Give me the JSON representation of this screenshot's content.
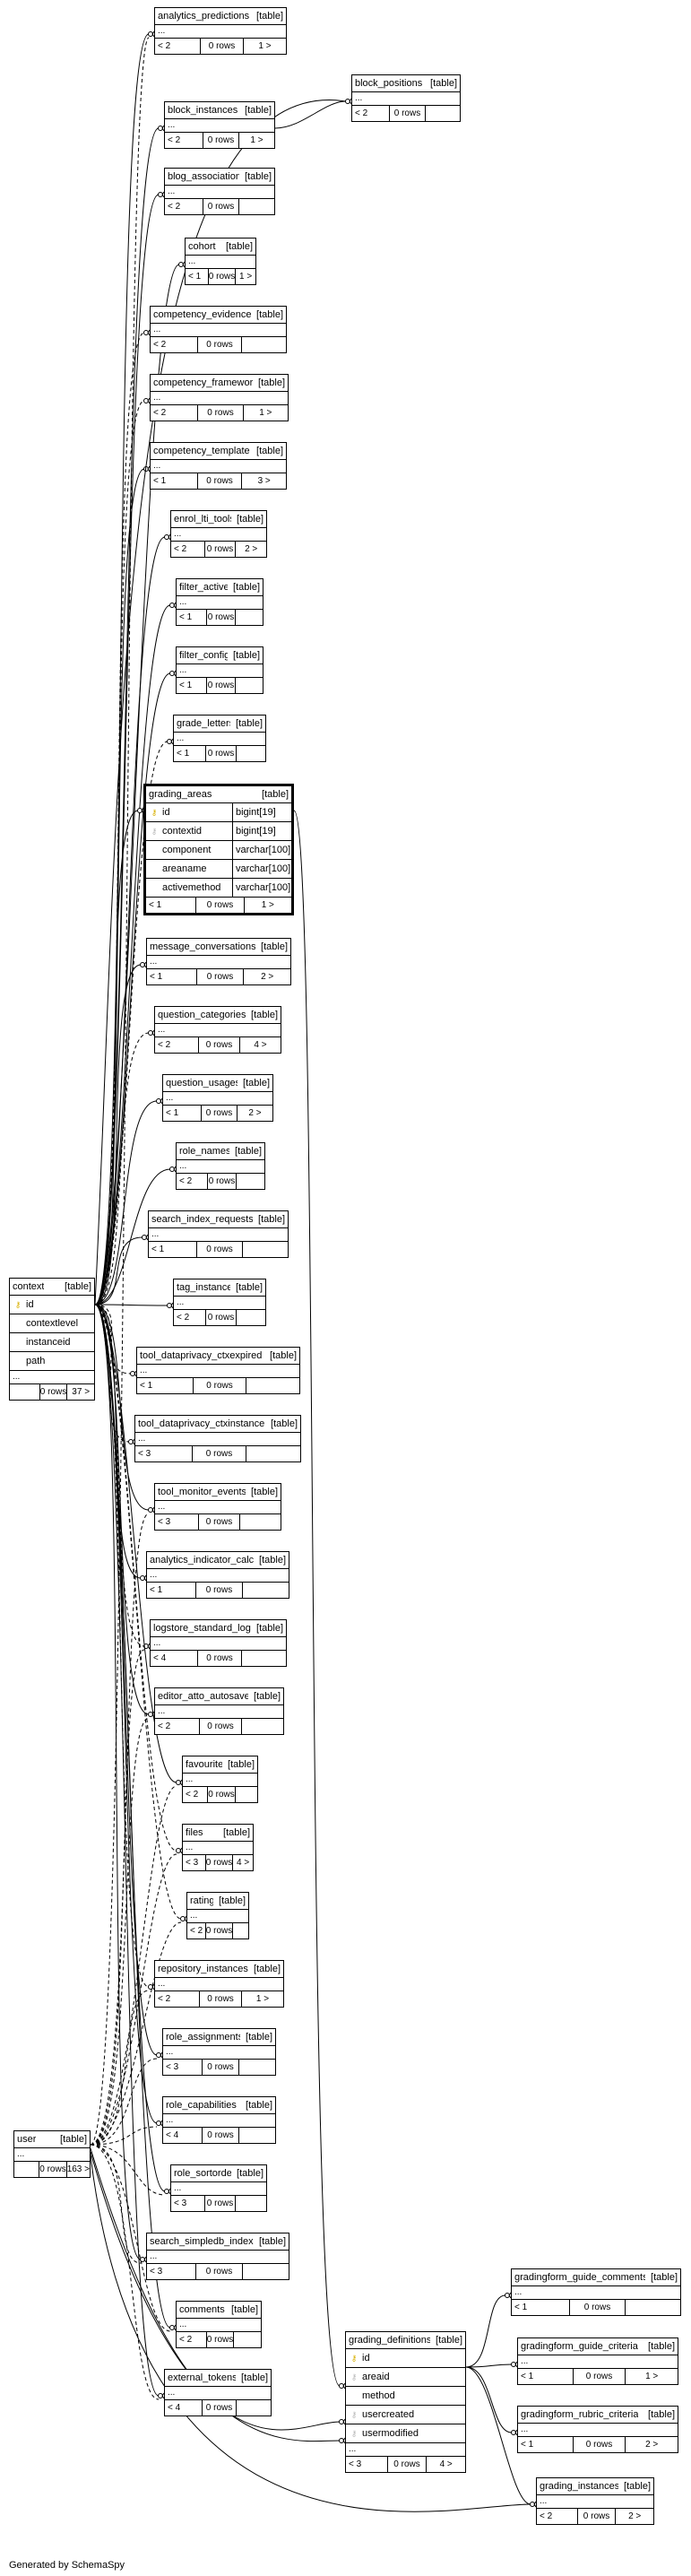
{
  "footer": {
    "generated_by": "Generated by SchemaSpy"
  },
  "tables": {
    "analytics_predictions": {
      "name": "analytics_predictions",
      "kind": "[table]",
      "ellipsis": "...",
      "parents": "< 2",
      "rows": "0 rows",
      "children": "1 >"
    },
    "block_positions": {
      "name": "block_positions",
      "kind": "[table]",
      "ellipsis": "...",
      "parents": "< 2",
      "rows": "0 rows",
      "children": ""
    },
    "block_instances": {
      "name": "block_instances",
      "kind": "[table]",
      "ellipsis": "...",
      "parents": "< 2",
      "rows": "0 rows",
      "children": "1 >"
    },
    "blog_association": {
      "name": "blog_association",
      "kind": "[table]",
      "ellipsis": "...",
      "parents": "< 2",
      "rows": "0 rows",
      "children": ""
    },
    "cohort": {
      "name": "cohort",
      "kind": "[table]",
      "ellipsis": "...",
      "parents": "< 1",
      "rows": "0 rows",
      "children": "1 >"
    },
    "competency_evidence": {
      "name": "competency_evidence",
      "kind": "[table]",
      "ellipsis": "...",
      "parents": "< 2",
      "rows": "0 rows",
      "children": ""
    },
    "competency_framework": {
      "name": "competency_framework",
      "kind": "[table]",
      "ellipsis": "...",
      "parents": "< 2",
      "rows": "0 rows",
      "children": "1 >"
    },
    "competency_template": {
      "name": "competency_template",
      "kind": "[table]",
      "ellipsis": "...",
      "parents": "< 1",
      "rows": "0 rows",
      "children": "3 >"
    },
    "enrol_lti_tools": {
      "name": "enrol_lti_tools",
      "kind": "[table]",
      "ellipsis": "...",
      "parents": "< 2",
      "rows": "0 rows",
      "children": "2 >"
    },
    "filter_active": {
      "name": "filter_active",
      "kind": "[table]",
      "ellipsis": "...",
      "parents": "< 1",
      "rows": "0 rows",
      "children": ""
    },
    "filter_config": {
      "name": "filter_config",
      "kind": "[table]",
      "ellipsis": "...",
      "parents": "< 1",
      "rows": "0 rows",
      "children": ""
    },
    "grade_letters": {
      "name": "grade_letters",
      "kind": "[table]",
      "ellipsis": "...",
      "parents": "< 1",
      "rows": "0 rows",
      "children": ""
    },
    "grading_areas": {
      "name": "grading_areas",
      "kind": "[table]",
      "parents": "< 1",
      "rows": "0 rows",
      "children": "1 >",
      "columns": [
        {
          "name": "id",
          "type": "bigint[19]",
          "key": "pk"
        },
        {
          "name": "contextid",
          "type": "bigint[19]",
          "key": "fk"
        },
        {
          "name": "component",
          "type": "varchar[100]",
          "key": "none"
        },
        {
          "name": "areaname",
          "type": "varchar[100]",
          "key": "none"
        },
        {
          "name": "activemethod",
          "type": "varchar[100]",
          "key": "none"
        }
      ]
    },
    "message_conversations": {
      "name": "message_conversations",
      "kind": "[table]",
      "ellipsis": "...",
      "parents": "< 1",
      "rows": "0 rows",
      "children": "2 >"
    },
    "question_categories": {
      "name": "question_categories",
      "kind": "[table]",
      "ellipsis": "...",
      "parents": "< 2",
      "rows": "0 rows",
      "children": "4 >"
    },
    "question_usages": {
      "name": "question_usages",
      "kind": "[table]",
      "ellipsis": "...",
      "parents": "< 1",
      "rows": "0 rows",
      "children": "2 >"
    },
    "role_names": {
      "name": "role_names",
      "kind": "[table]",
      "ellipsis": "...",
      "parents": "< 2",
      "rows": "0 rows",
      "children": ""
    },
    "search_index_requests": {
      "name": "search_index_requests",
      "kind": "[table]",
      "ellipsis": "...",
      "parents": "< 1",
      "rows": "0 rows",
      "children": ""
    },
    "tag_instance": {
      "name": "tag_instance",
      "kind": "[table]",
      "ellipsis": "...",
      "parents": "< 2",
      "rows": "0 rows",
      "children": ""
    },
    "tool_dataprivacy_ctxexpired": {
      "name": "tool_dataprivacy_ctxexpired",
      "kind": "[table]",
      "ellipsis": "...",
      "parents": "< 1",
      "rows": "0 rows",
      "children": ""
    },
    "tool_dataprivacy_ctxinstance": {
      "name": "tool_dataprivacy_ctxinstance",
      "kind": "[table]",
      "ellipsis": "...",
      "parents": "< 3",
      "rows": "0 rows",
      "children": ""
    },
    "tool_monitor_events": {
      "name": "tool_monitor_events",
      "kind": "[table]",
      "ellipsis": "...",
      "parents": "< 3",
      "rows": "0 rows",
      "children": ""
    },
    "analytics_indicator_calc": {
      "name": "analytics_indicator_calc",
      "kind": "[table]",
      "ellipsis": "...",
      "parents": "< 1",
      "rows": "0 rows",
      "children": ""
    },
    "logstore_standard_log": {
      "name": "logstore_standard_log",
      "kind": "[table]",
      "ellipsis": "...",
      "parents": "< 4",
      "rows": "0 rows",
      "children": ""
    },
    "editor_atto_autosave": {
      "name": "editor_atto_autosave",
      "kind": "[table]",
      "ellipsis": "...",
      "parents": "< 2",
      "rows": "0 rows",
      "children": ""
    },
    "favourite": {
      "name": "favourite",
      "kind": "[table]",
      "ellipsis": "...",
      "parents": "< 2",
      "rows": "0 rows",
      "children": ""
    },
    "files": {
      "name": "files",
      "kind": "[table]",
      "ellipsis": "...",
      "parents": "< 3",
      "rows": "0 rows",
      "children": "4 >"
    },
    "rating": {
      "name": "rating",
      "kind": "[table]",
      "ellipsis": "...",
      "parents": "< 2",
      "rows": "0 rows",
      "children": ""
    },
    "repository_instances": {
      "name": "repository_instances",
      "kind": "[table]",
      "ellipsis": "...",
      "parents": "< 2",
      "rows": "0 rows",
      "children": "1 >"
    },
    "role_assignments": {
      "name": "role_assignments",
      "kind": "[table]",
      "ellipsis": "...",
      "parents": "< 3",
      "rows": "0 rows",
      "children": ""
    },
    "role_capabilities": {
      "name": "role_capabilities",
      "kind": "[table]",
      "ellipsis": "...",
      "parents": "< 4",
      "rows": "0 rows",
      "children": ""
    },
    "role_sortorder": {
      "name": "role_sortorder",
      "kind": "[table]",
      "ellipsis": "...",
      "parents": "< 3",
      "rows": "0 rows",
      "children": ""
    },
    "search_simpledb_index": {
      "name": "search_simpledb_index",
      "kind": "[table]",
      "ellipsis": "...",
      "parents": "< 3",
      "rows": "0 rows",
      "children": ""
    },
    "comments": {
      "name": "comments",
      "kind": "[table]",
      "ellipsis": "...",
      "parents": "< 2",
      "rows": "0 rows",
      "children": ""
    },
    "external_tokens": {
      "name": "external_tokens",
      "kind": "[table]",
      "ellipsis": "...",
      "parents": "< 4",
      "rows": "0 rows",
      "children": ""
    },
    "context": {
      "name": "context",
      "kind": "[table]",
      "ellipsis": "...",
      "parents": "",
      "rows": "0 rows",
      "children": "37 >",
      "columns": [
        {
          "name": "id",
          "key": "pk"
        },
        {
          "name": "contextlevel",
          "key": "none"
        },
        {
          "name": "instanceid",
          "key": "none"
        },
        {
          "name": "path",
          "key": "none"
        }
      ]
    },
    "user": {
      "name": "user",
      "kind": "[table]",
      "ellipsis": "...",
      "parents": "",
      "rows": "0 rows",
      "children": "163 >"
    },
    "grading_definitions": {
      "name": "grading_definitions",
      "kind": "[table]",
      "ellipsis": "...",
      "parents": "< 3",
      "rows": "0 rows",
      "children": "4 >",
      "columns": [
        {
          "name": "id",
          "key": "pk"
        },
        {
          "name": "areaid",
          "key": "fk"
        },
        {
          "name": "method",
          "key": "none"
        },
        {
          "name": "usercreated",
          "key": "fk"
        },
        {
          "name": "usermodified",
          "key": "fk"
        }
      ]
    },
    "gradingform_guide_comments": {
      "name": "gradingform_guide_comments",
      "kind": "[table]",
      "ellipsis": "...",
      "parents": "< 1",
      "rows": "0 rows",
      "children": ""
    },
    "gradingform_guide_criteria": {
      "name": "gradingform_guide_criteria",
      "kind": "[table]",
      "ellipsis": "...",
      "parents": "< 1",
      "rows": "0 rows",
      "children": "1 >"
    },
    "gradingform_rubric_criteria": {
      "name": "gradingform_rubric_criteria",
      "kind": "[table]",
      "ellipsis": "...",
      "parents": "< 1",
      "rows": "0 rows",
      "children": "2 >"
    },
    "grading_instances": {
      "name": "grading_instances",
      "kind": "[table]",
      "ellipsis": "...",
      "parents": "< 2",
      "rows": "0 rows",
      "children": "2 >"
    }
  }
}
